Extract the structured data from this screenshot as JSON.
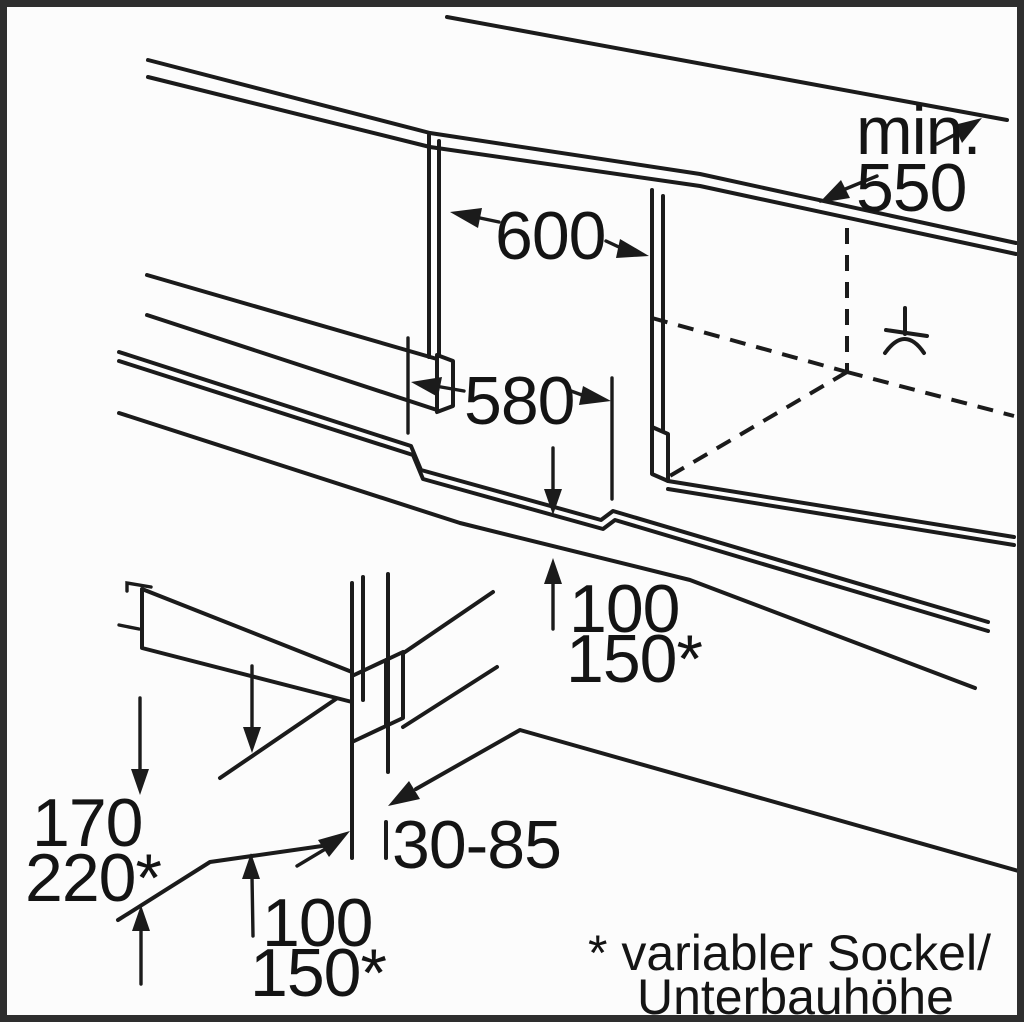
{
  "figure": {
    "title": "built-in-appliance-niche-installation-diagram",
    "language": "de",
    "labels": {
      "countertop_depth_prefix": "min.",
      "countertop_depth_value": "550",
      "niche_width": "600",
      "niche_floor_depth": "580",
      "plinth_recess_height_line1": "100",
      "plinth_recess_height_line2": "150*",
      "detail_height_line1": "170",
      "detail_height_line2": "220*",
      "detail_plinth_height_line1": "100",
      "detail_plinth_height_line2": "150*",
      "plinth_adjust_range": "30-85",
      "footnote_line1": "* variabler Sockel/",
      "footnote_line2": "Unterbauhöhe"
    },
    "icons": {
      "faucet": "water-connection-tap-symbol"
    },
    "colors": {
      "line": "#1b1b1b",
      "background": "#fcfcfc",
      "frame": "#2e2e2e",
      "text": "#141414"
    }
  }
}
